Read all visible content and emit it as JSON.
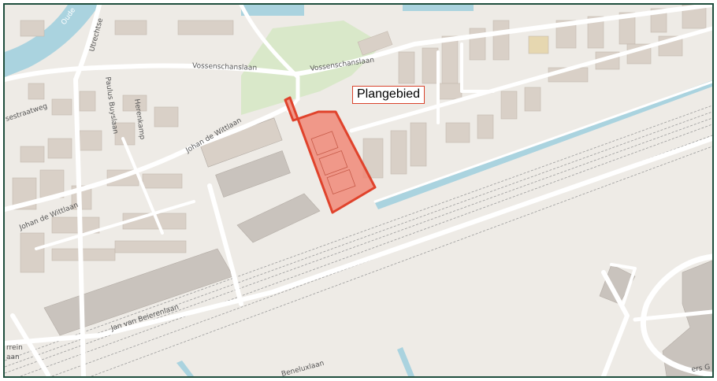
{
  "map": {
    "callout_label": "Plangebied",
    "colors": {
      "background": "#eeebe6",
      "water": "#aad3df",
      "park": "#d9e8c9",
      "building": "#d9d0c7",
      "industrial": "#c9c3bd",
      "road": "#ffffff",
      "rail": "#9a9a9a",
      "plan_area_fill": "#f08a78",
      "plan_area_stroke": "#e0432c",
      "frame": "#1f4e3d"
    },
    "street_labels": [
      "Vossenschanslaan",
      "Vossenschanslaan",
      "Johan de Wittlaan",
      "Johan de Wittlaan",
      "Paulus Buyslaan",
      "Herenkamp",
      "Utrechtse",
      "sestraatweg",
      "Jan van Beierenlaan",
      "Beneluxlaan",
      "rrein",
      "aan",
      "ers G"
    ],
    "water_labels": [
      "Oude"
    ]
  }
}
